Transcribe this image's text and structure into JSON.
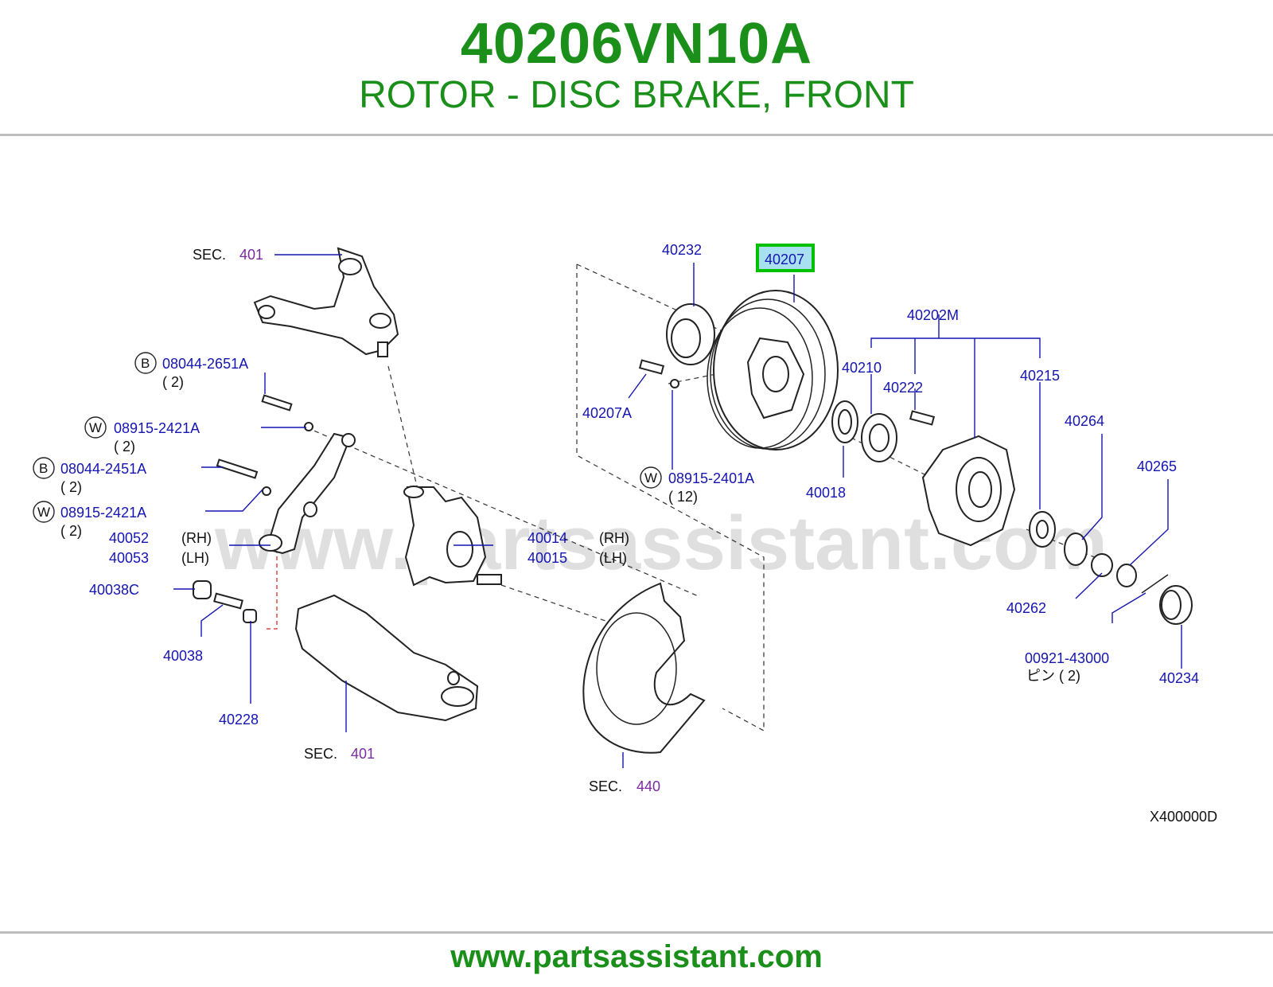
{
  "header": {
    "part_number": "40206VN10A",
    "description": "ROTOR - DISC BRAKE, FRONT"
  },
  "footer": {
    "site": "www.partsassistant.com"
  },
  "watermark": "www.partsassistant.com",
  "diagram_code": "X400000D",
  "sections": [
    {
      "prefix": "SEC.",
      "number": "401"
    },
    {
      "prefix": "SEC.",
      "number": "401"
    },
    {
      "prefix": "SEC.",
      "number": "440"
    }
  ],
  "labels": {
    "p40232": "40232",
    "p40207": "40207",
    "p40202M": "40202M",
    "p40210": "40210",
    "p40222": "40222",
    "p40215": "40215",
    "p40207A": "40207A",
    "p08915_2401A": "08915-2401A",
    "q12": "( 12)",
    "p40018": "40018",
    "p40264": "40264",
    "p40265": "40265",
    "p40262": "40262",
    "p00921_43000": "00921-43000",
    "pin2": "ピン ( 2)",
    "p40234": "40234",
    "p08044_2651A": "08044-2651A",
    "q2a": "( 2)",
    "p08915_2421A_1": "08915-2421A",
    "q2b": "( 2)",
    "p08044_2451A": "08044-2451A",
    "q2c": "( 2)",
    "p08915_2421A_2": "08915-2421A",
    "q2d": "( 2)",
    "p40052": "40052",
    "rh1": "(RH)",
    "p40053": "40053",
    "lh1": "(LH)",
    "p40014": "40014",
    "rh2": "(RH)",
    "p40015": "40015",
    "lh2": "(LH)",
    "p40038C": "40038C",
    "p40038": "40038",
    "p40228": "40228"
  },
  "circle_letters": {
    "b1": "B",
    "w1": "W",
    "b2": "B",
    "w2": "W",
    "w3": "W"
  },
  "colors": {
    "brand_green": "#1a8f1a",
    "label_blue": "#1515b0",
    "section_purple": "#7a2aa0",
    "highlight_green": "#00c000",
    "highlight_fill": "#a8e0f0"
  }
}
